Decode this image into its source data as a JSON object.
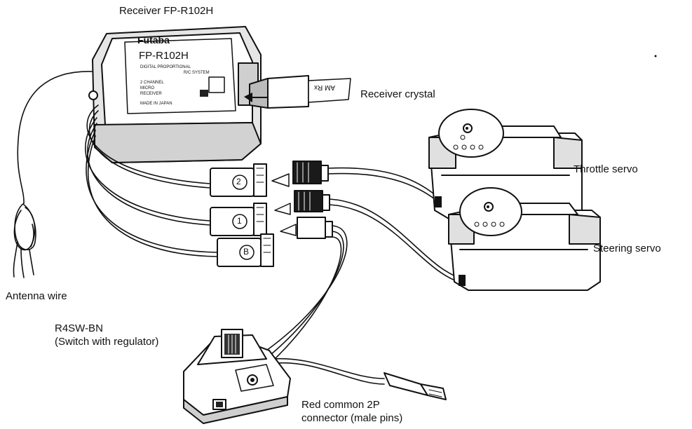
{
  "labels": {
    "receiver": "Receiver FP-R102H",
    "crystal": "Receiver crystal",
    "throttle_servo": "Throttle servo",
    "steering_servo": "Steering servo",
    "antenna_wire": "Antenna wire",
    "switch_line1": "R4SW-BN",
    "switch_line2": "(Switch with regulator)",
    "connector_line1": "Red common 2P",
    "connector_line2": "connector (male pins)"
  },
  "receiver_face": {
    "brand": "Futaba",
    "model": "FP-R102H",
    "line1": "DIGITAL PROPORTIONAL",
    "line2": "R/C SYSTEM",
    "line3": "2 CHANNEL",
    "line4": "MICRO",
    "line5": "RECEIVER",
    "made": "MADE IN JAPAN"
  },
  "crystal_tag": "AM Rx",
  "plug_channels": [
    "2",
    "1",
    "B"
  ],
  "colors": {
    "ink": "#111111",
    "paper": "#ffffff",
    "shade": "#d8d8d8",
    "dark": "#222222"
  }
}
